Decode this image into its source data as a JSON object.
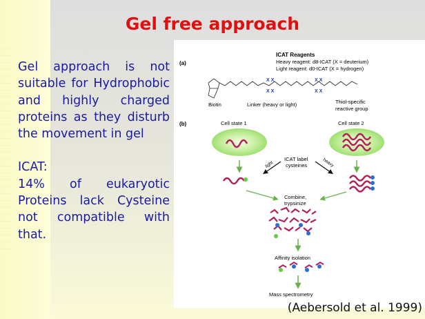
{
  "title": "Gel free approach",
  "body": {
    "paragraph1": "Gel approach is not suitable for Hydrophobic and highly charged proteins as they disturb the movement in gel",
    "paragraph2_heading": "ICAT:",
    "paragraph2": "14% of eukaryotic Proteins lack Cysteine not compatible with that."
  },
  "figure": {
    "panel_a": "(a)",
    "panel_b": "(b)",
    "reagents_title": "ICAT Reagents",
    "heavy": "Heavy reagent: d8-ICAT (X = deuterium)",
    "light": "Light reagent: d0-ICAT (X = hydrogen)",
    "biotin": "Biotin",
    "linker": "Linker (heavy or light)",
    "thiol1": "Thiol-specific",
    "thiol2": "reactive group",
    "cell1": "Cell state 1",
    "cell2": "Cell state 2",
    "label1": "ICAT label",
    "label2": "cysteines",
    "light_arrow": "light",
    "heavy_arrow": "heavy",
    "combine1": "Combine,",
    "combine2": "trypsinize",
    "affinity": "Affinity isolation",
    "mass": "Mass spectrometry"
  },
  "citation": "(Aebersold et al. 1999)"
}
